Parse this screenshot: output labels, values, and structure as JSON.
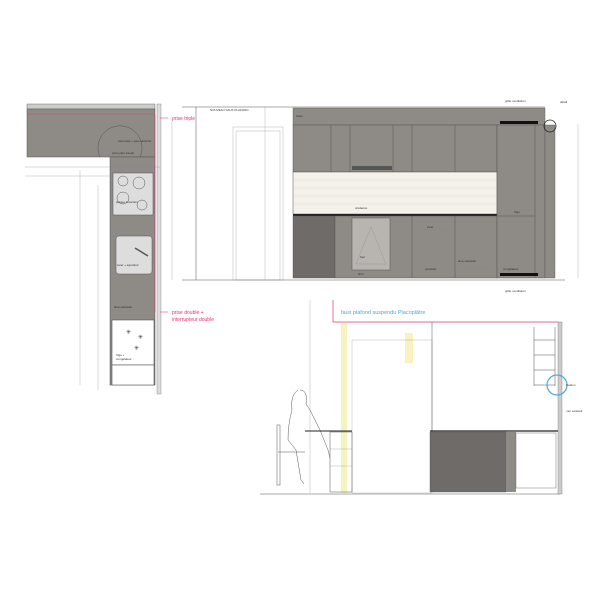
{
  "colors": {
    "cabinet": "#8e8a86",
    "cabinet_dark": "#6f6b68",
    "tile": "#f4f1ea",
    "accent_pink": "#e8336f",
    "accent_blue": "#4aa8e0",
    "wood": "#f6eeb0"
  },
  "plan": {
    "prise_triple": "prise triple",
    "prise_double_line1": "prise double +",
    "prise_double_line2": "interrupteur double",
    "label_corner": "carrousel + pare-planche",
    "label_plan_travail": "prise plan travail",
    "label_induction": "plaque induction",
    "label_sink": "évier + égouttoir",
    "label_lave": "lave-vaisselle",
    "label_fridge_1": "frigo +",
    "label_fridge_2": "congélateur"
  },
  "elevation": {
    "ceiling_label": "NOUVEAU FAUX PLAFOND",
    "hood_label": "hotte",
    "backsplash_label": "crédence",
    "oven_label": "four",
    "oven_drawer": "tiroir",
    "sink_label": "évier",
    "drawer_label": "poubelle",
    "dishwasher_label": "lave-vaisselle",
    "fridge_label": "frigo",
    "freezer_label": "congélateur",
    "vent_top": "grille ventilation",
    "vent_bottom": "grille ventilation",
    "detail_note": "détail"
  },
  "section": {
    "ceiling_label": "faux plafond suspendu Placoplâtre",
    "detail_label": "fixation",
    "note_right": "mur existant"
  }
}
